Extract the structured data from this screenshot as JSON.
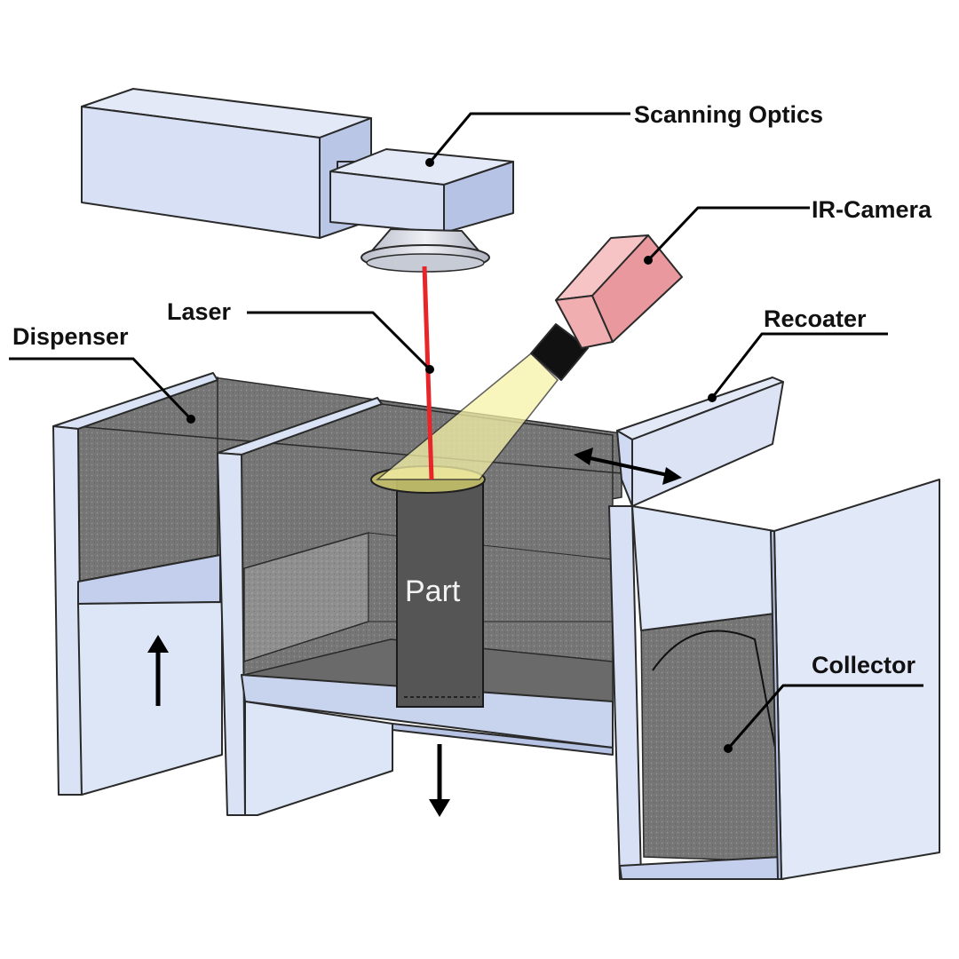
{
  "labels": {
    "scanning_optics": "Scanning Optics",
    "ir_camera": "IR-Camera",
    "laser": "Laser",
    "dispenser": "Dispenser",
    "recoater": "Recoater",
    "collector": "Collector",
    "part": "Part"
  },
  "colors": {
    "frame": "#d9e3f5",
    "frame_dark": "#b3c0e2",
    "powder": "#6f6f6f",
    "powder_light": "#8a8a8a",
    "part": "#555555",
    "laser": "#e8262a",
    "camera": "#f4b6b8",
    "light_cone": "#f6f2a8",
    "lens": "#d0d3dc"
  }
}
